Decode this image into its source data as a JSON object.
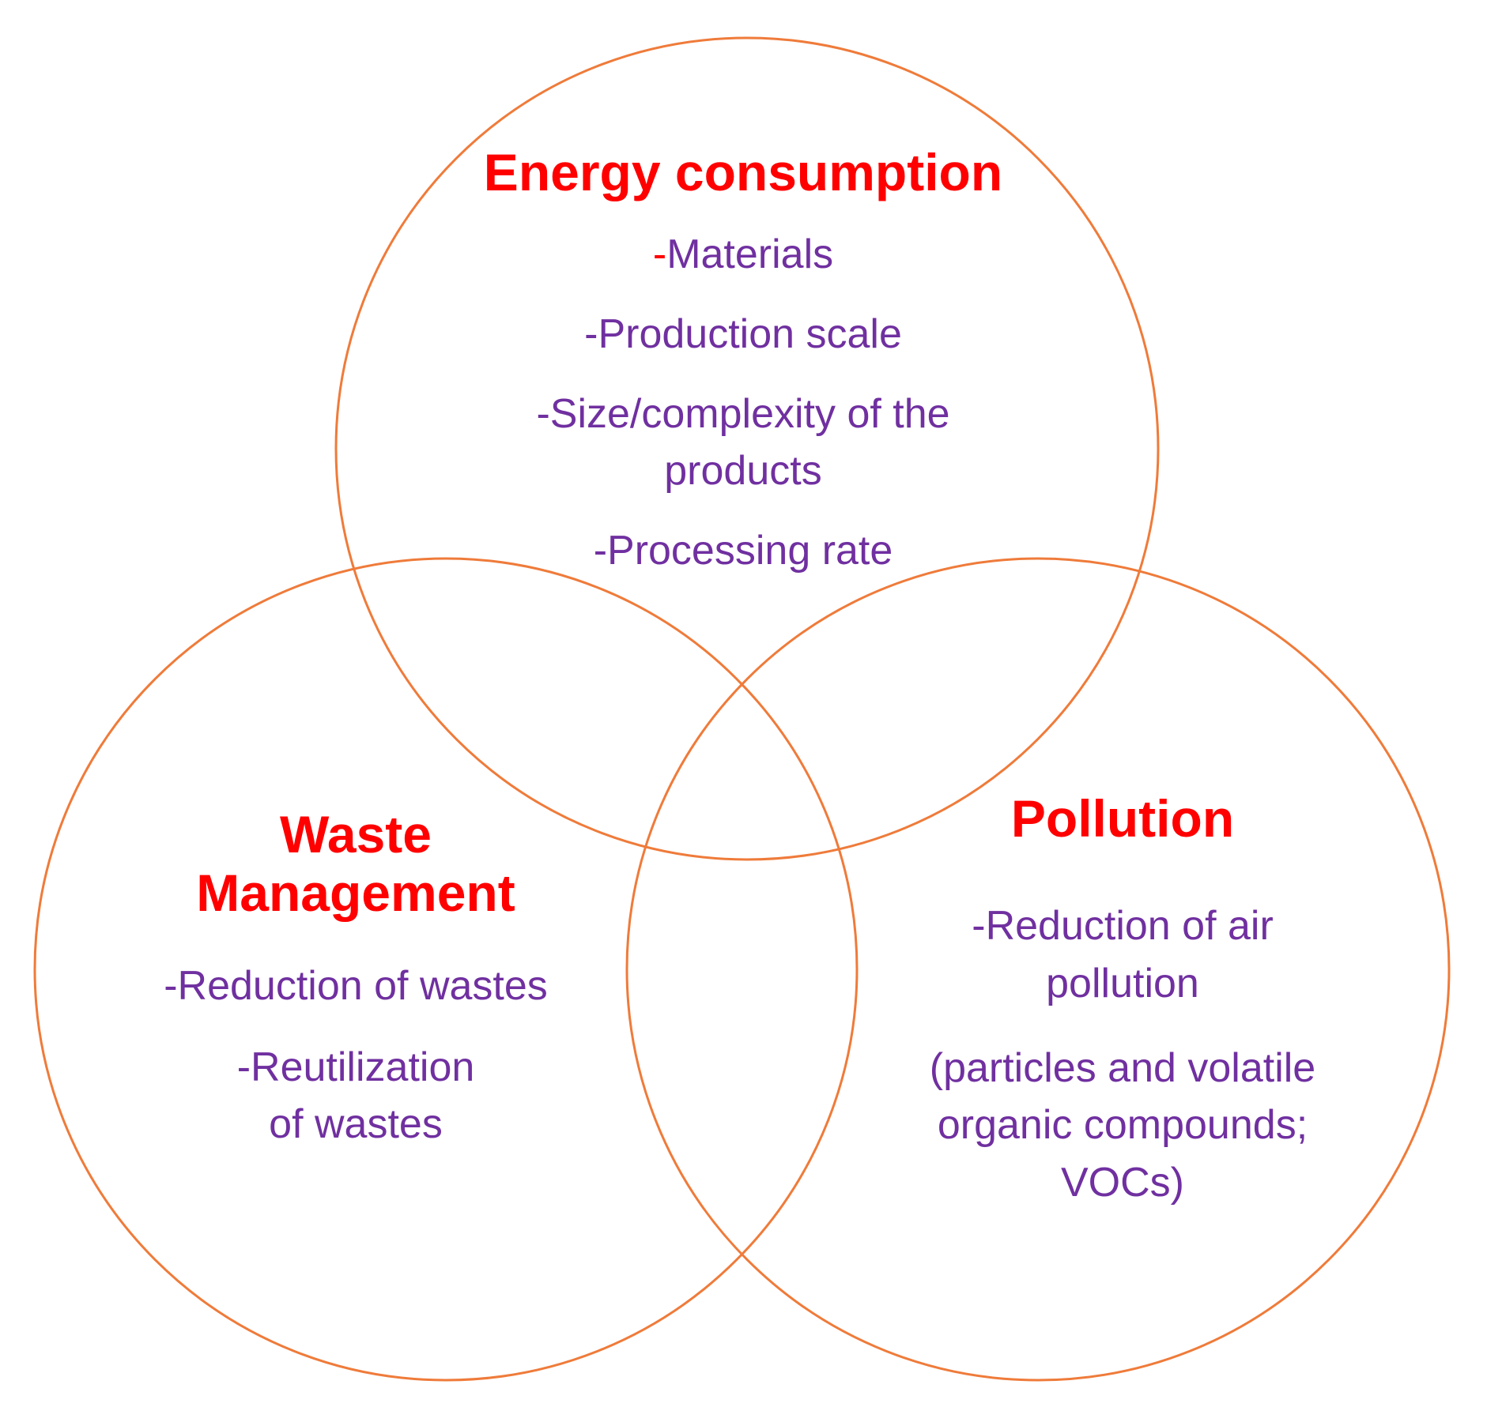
{
  "colors": {
    "circle_stroke": "#ef7b3a",
    "heading": "#ff0000",
    "item_text": "#7030a0",
    "energy_first_dash": "#ff0000"
  },
  "circles": {
    "energy": {
      "title": "Energy consumption",
      "items": [
        {
          "dash": "-",
          "text": "Materials"
        },
        {
          "dash": "-",
          "text": "Production scale"
        },
        {
          "dash": "-",
          "text": "Size/complexity of the products"
        },
        {
          "dash": "-",
          "text": "Processing rate"
        }
      ]
    },
    "waste": {
      "title_line1": "Waste",
      "title_line2": "Management",
      "items": [
        {
          "dash": "-",
          "text": "Reduction of wastes"
        },
        {
          "dash": "-",
          "text": "Reutilization of wastes"
        }
      ]
    },
    "pollution": {
      "title": "Pollution",
      "items": [
        {
          "dash": "-",
          "text": "Reduction of air pollution"
        },
        {
          "dash": "",
          "text": "(particles and volatile organic compounds; VOCs)"
        }
      ]
    }
  }
}
